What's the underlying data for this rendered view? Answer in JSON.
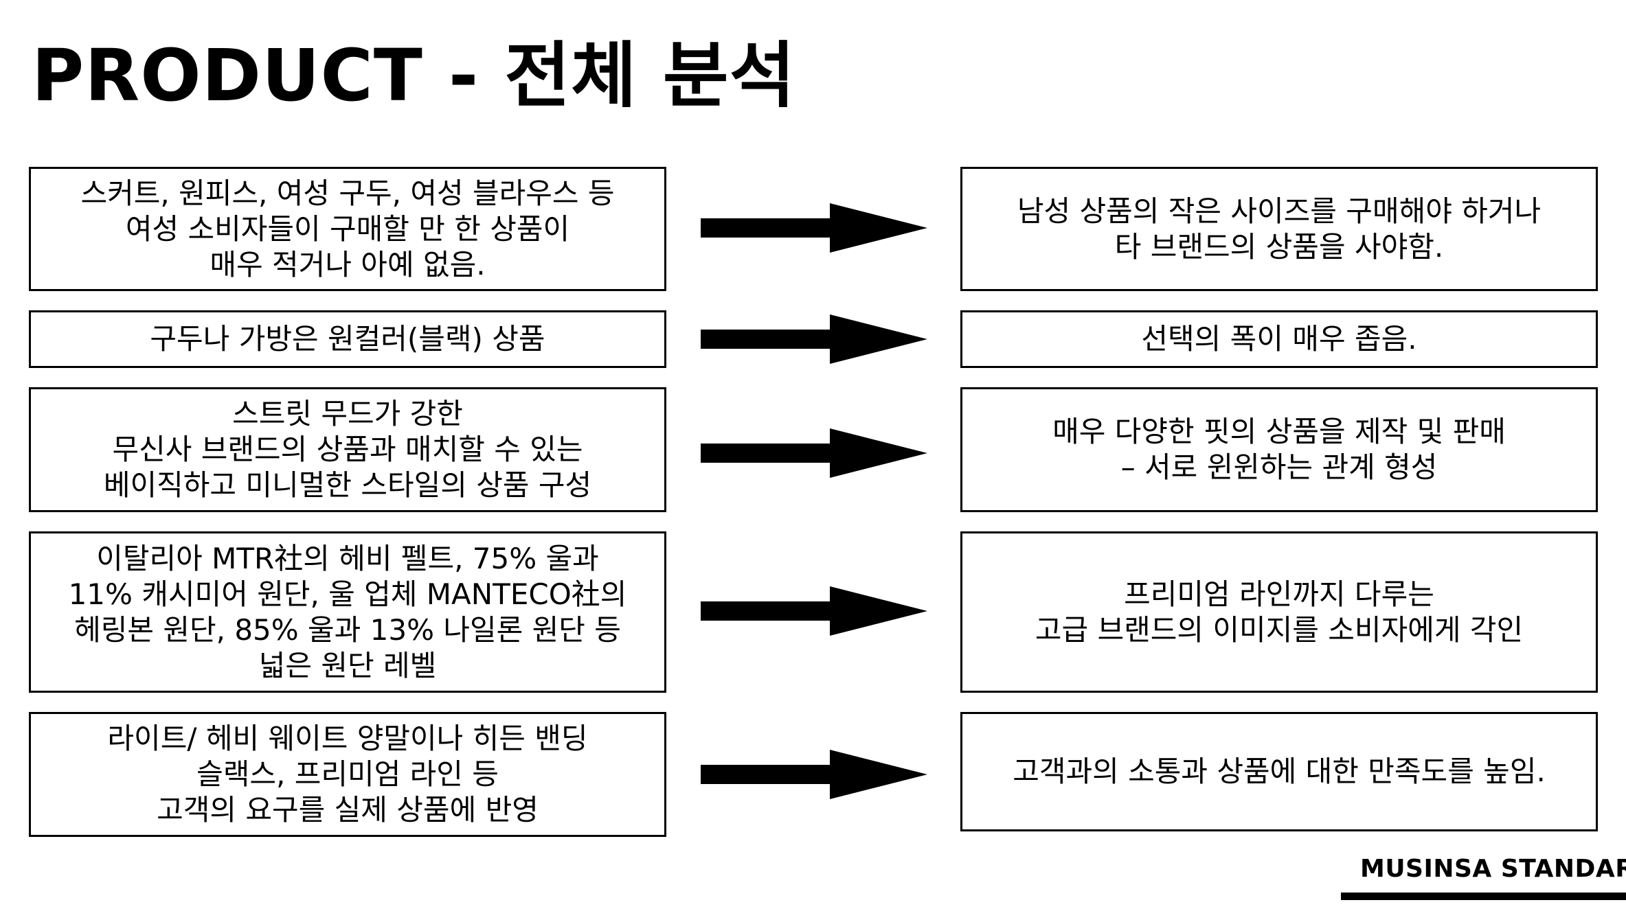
{
  "title": "PRODUCT - 전체 분석",
  "rows": [
    {
      "left": "스커트, 원피스, 여성 구두, 여성 블라우스 등\n여성 소비자들이 구매할 만 한 상품이\n매우 적거나 아예 없음.",
      "right": "남성 상품의 작은 사이즈를 구매해야 하거나\n타 브랜드의 상품을 사야함."
    },
    {
      "left": "구두나 가방은 원컬러(블랙) 상품",
      "right": "선택의 폭이 매우 좁음."
    },
    {
      "left": "스트릿 무드가 강한\n무신사 브랜드의 상품과 매치할 수 있는\n베이직하고 미니멀한 스타일의 상품 구성",
      "right": "매우 다양한 핏의 상품을 제작 및 판매\n– 서로 윈윈하는 관계 형성"
    },
    {
      "left": "이탈리아 MTR社의 헤비 펠트, 75% 울과\n11% 캐시미어 원단, 울 업체 MANTECO社의\n헤링본 원단, 85% 울과 13% 나일론 원단 등\n넓은 원단 레벨",
      "right": "프리미엄 라인까지 다루는\n고급 브랜드의 이미지를 소비자에게 각인"
    },
    {
      "left": "라이트/ 헤비 웨이트 양말이나 히든 밴딩\n슬랙스, 프리미엄 라인 등\n고객의 요구를 실제 상품에 반영",
      "right": "고객과의 소통과 상품에 대한 만족도를 높임."
    }
  ],
  "arrow_icon": "right-arrow-icon",
  "brand": "MUSINSA STANDARD"
}
